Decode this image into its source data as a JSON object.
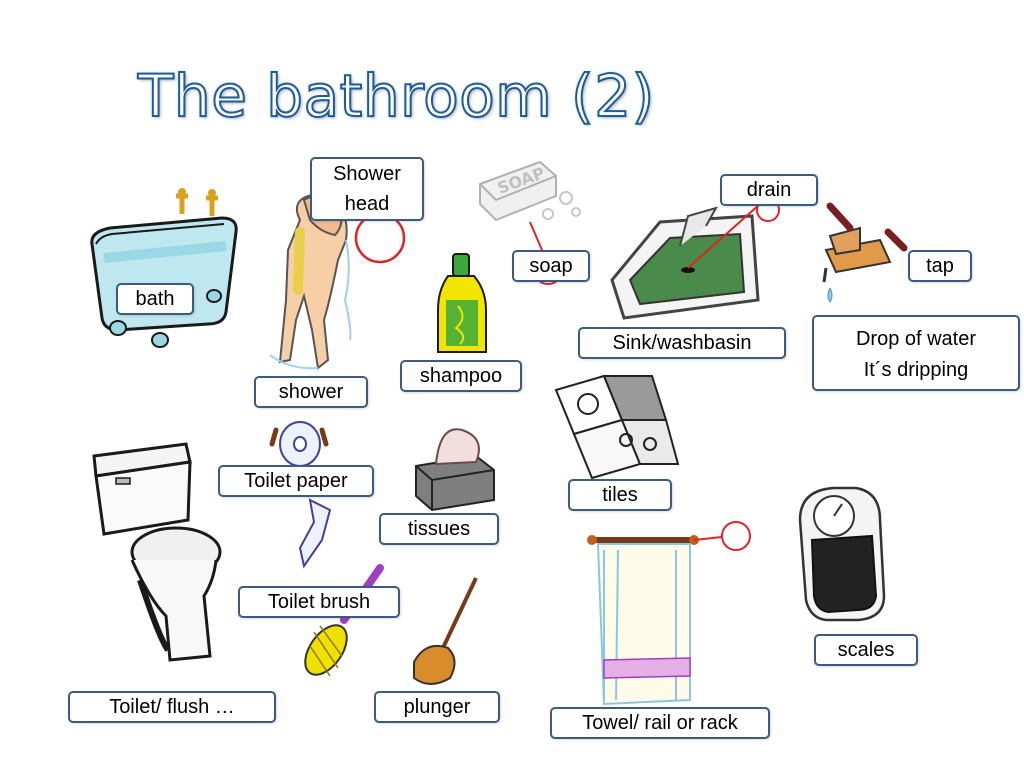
{
  "title": "The bathroom (2)",
  "labels": {
    "shower_head": "Shower\nhead",
    "drain": "drain",
    "soap": "soap",
    "tap": "tap",
    "bath": "bath",
    "sink": "Sink/washbasin",
    "drop_of_water": "Drop of water\nIt´s dripping",
    "shampoo": "shampoo",
    "shower": "shower",
    "toilet_paper": "Toilet paper",
    "tiles": "tiles",
    "tissues": "tissues",
    "toilet_brush": "Toilet brush",
    "scales": "scales",
    "toilet": "Toilet/ flush …",
    "plunger": "plunger",
    "towel": "Towel/ rail or rack"
  },
  "soap_text": "SOAP",
  "colors": {
    "title_outline": "#1f5a9a",
    "label_border": "#3d5a80",
    "pointer_red": "#e02424",
    "bath_blue": "#9ad8e6",
    "sink_green": "#4a8a4a",
    "shampoo_yellow": "#f2e600",
    "shampoo_green": "#3ba83b",
    "plunger_orange": "#d98c2b",
    "brush_purple": "#a040c0",
    "brush_yellow": "#f0e000",
    "scale_dark": "#222222"
  }
}
